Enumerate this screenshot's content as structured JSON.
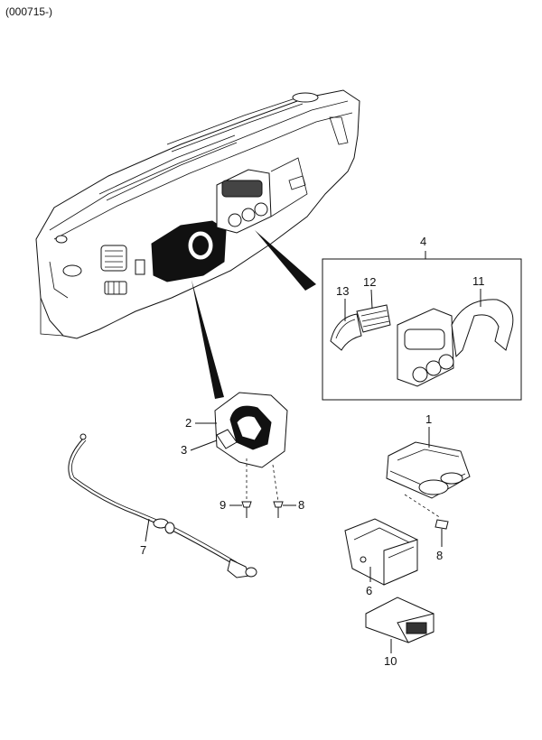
{
  "diagram": {
    "code": "(000715-)",
    "callouts": {
      "c1": "1",
      "c2": "2",
      "c3": "3",
      "c4": "4",
      "c6": "6",
      "c7": "7",
      "c8a": "8",
      "c8b": "8",
      "c9": "9",
      "c10": "10",
      "c11": "11",
      "c12": "12",
      "c13": "13"
    }
  }
}
